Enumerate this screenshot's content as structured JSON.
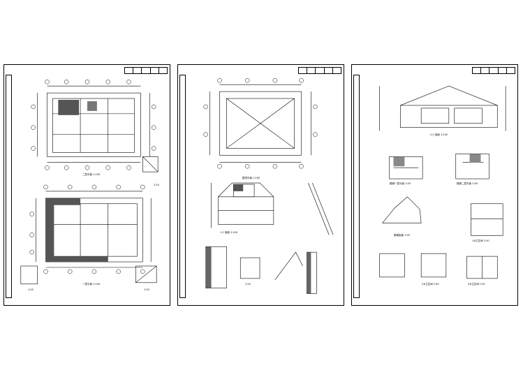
{
  "sheets": [
    {
      "id": "sheet-1",
      "labels": [
        {
          "key": "plan-2f-title",
          "text": "二层平面 1:100"
        },
        {
          "key": "plan-1f-title",
          "text": "一层平面 1:100"
        },
        {
          "key": "detail-1",
          "text": "1:20"
        },
        {
          "key": "detail-2",
          "text": "1:20"
        },
        {
          "key": "detail-3",
          "text": "1:20"
        }
      ]
    },
    {
      "id": "sheet-2",
      "labels": [
        {
          "key": "roof-plan-title",
          "text": "屋顶平面 1:100"
        },
        {
          "key": "section-1-title",
          "text": "1-1 剖面 1:100"
        },
        {
          "key": "detail-a",
          "text": "1:20"
        }
      ]
    },
    {
      "id": "sheet-3",
      "labels": [
        {
          "key": "section-2-title",
          "text": "2-2 剖面 1:100"
        },
        {
          "key": "stair-1f",
          "text": "楼梯一层平面 1:50"
        },
        {
          "key": "stair-2f",
          "text": "楼梯二层平面 1:50"
        },
        {
          "key": "stair-section",
          "text": "楼梯剖面 1:50"
        },
        {
          "key": "toilet-1",
          "text": "1#卫生间 1:50"
        },
        {
          "key": "toilet-2",
          "text": "2#卫生间 1:50"
        },
        {
          "key": "toilet-3",
          "text": "3#卫生间 1:50"
        }
      ]
    }
  ]
}
